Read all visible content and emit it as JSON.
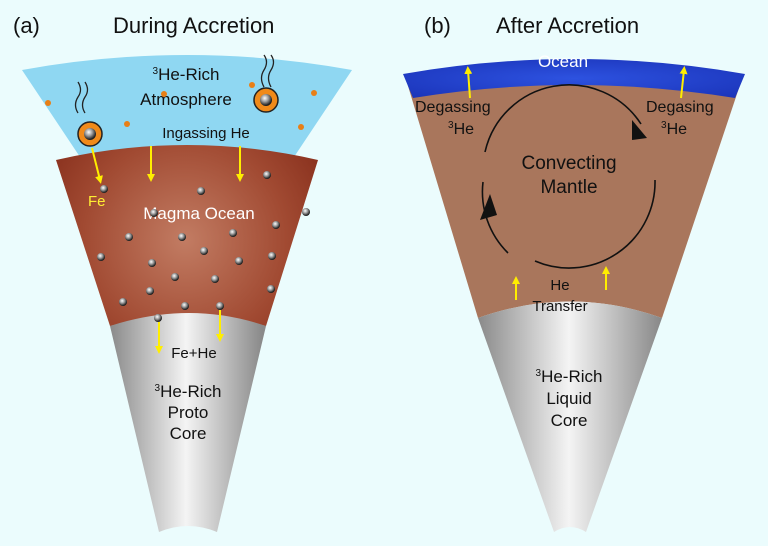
{
  "panel_a": {
    "letter": "(a)",
    "title": "During Accretion",
    "atmosphere_line1": "He-Rich",
    "atmosphere_line2": "Atmosphere",
    "ingassing": "Ingassing He",
    "fe": "Fe",
    "magma_ocean": "Magma Ocean",
    "fe_he": "Fe+He",
    "core_line1": "He-Rich",
    "core_line2": "Proto",
    "core_line3": "Core"
  },
  "panel_b": {
    "letter": "(b)",
    "title": "After Accretion",
    "ocean": "Ocean",
    "degassing_left": "Degassing",
    "degassing_right": "Degasing",
    "he_left": "He",
    "he_right": "He",
    "mantle_line1": "Convecting",
    "mantle_line2": "Mantle",
    "transfer_line1": "He",
    "transfer_line2": "Transfer",
    "core_line1": "He-Rich",
    "core_line2": "Liquid",
    "core_line3": "Core"
  },
  "isotope_superscript": "3",
  "colors": {
    "background": "#ebfcfd",
    "atmosphere": "#8fd7f2",
    "magma": "#8d2f1c",
    "magma_center": "#c27c63",
    "mantle": "#a9765c",
    "ocean": "#1f3fc9",
    "core_light": "#f2f2f2",
    "core_dark": "#8a8a8a",
    "arrow": "#ffee00",
    "label_yellow": "#ffee33",
    "impactor": "#e87f17"
  }
}
